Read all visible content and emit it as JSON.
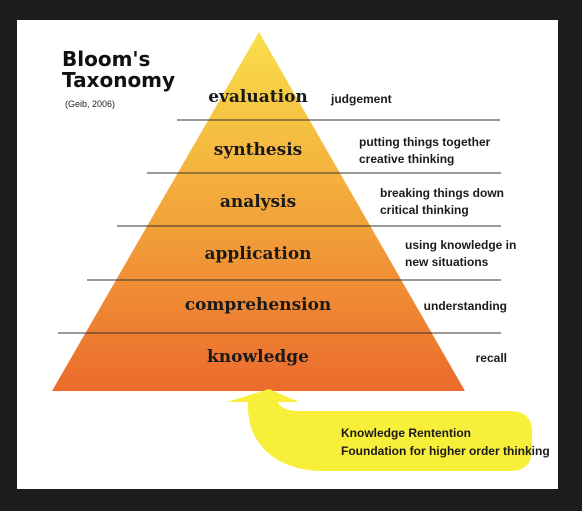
{
  "title": {
    "line1": "Bloom's",
    "line2": "Taxonomy",
    "citation": "(Geib, 2006)"
  },
  "levels": [
    {
      "name": "evaluation",
      "description": [
        "judgement"
      ]
    },
    {
      "name": "synthesis",
      "description": [
        "putting things together",
        "creative thinking"
      ]
    },
    {
      "name": "analysis",
      "description": [
        "breaking things down",
        "critical thinking"
      ]
    },
    {
      "name": "application",
      "description": [
        "using knowledge in",
        "new situations"
      ]
    },
    {
      "name": "comprehension",
      "description": [
        "understanding"
      ]
    },
    {
      "name": "knowledge",
      "description": [
        "recall"
      ]
    }
  ],
  "callout": {
    "line1": "Knowledge Rentention",
    "line2": "Foundation for higher order thinking"
  },
  "colors": {
    "pyramid_top": "#f9e04a",
    "pyramid_bottom": "#ec6b2c",
    "callout": "#f7ef3a",
    "background": "#1c1c1c"
  }
}
